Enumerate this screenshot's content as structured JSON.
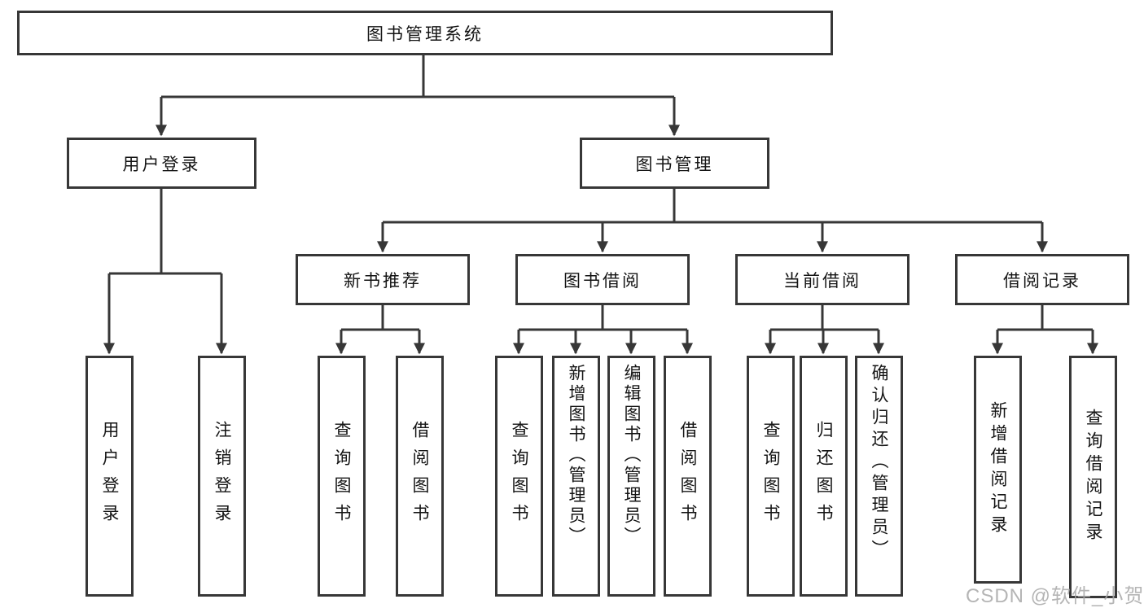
{
  "title": "图书管理系统",
  "watermark": "CSDN @软件_小贺同学",
  "colors": {
    "line": "#373737",
    "box_border": "#373737",
    "text": "#141414",
    "watermark": "#a8a8a8",
    "background": "#ffffff"
  },
  "branches": [
    {
      "label": "用户登录",
      "children": [
        {
          "label": "用户登录"
        },
        {
          "label": "注销登录"
        }
      ]
    },
    {
      "label": "图书管理",
      "children": [
        {
          "label": "新书推荐",
          "children": [
            {
              "label": "查询图书"
            },
            {
              "label": "借阅图书"
            }
          ]
        },
        {
          "label": "图书借阅",
          "children": [
            {
              "label": "查询图书"
            },
            {
              "label": "新增图书（管理员）"
            },
            {
              "label": "编辑图书（管理员）"
            },
            {
              "label": "借阅图书"
            }
          ]
        },
        {
          "label": "当前借阅",
          "children": [
            {
              "label": "查询图书"
            },
            {
              "label": "归还图书"
            },
            {
              "label": "确认归还（管理员）"
            }
          ]
        },
        {
          "label": "借阅记录",
          "children": [
            {
              "label": "新增借阅记录"
            },
            {
              "label": "查询借阅记录"
            }
          ]
        }
      ]
    }
  ]
}
